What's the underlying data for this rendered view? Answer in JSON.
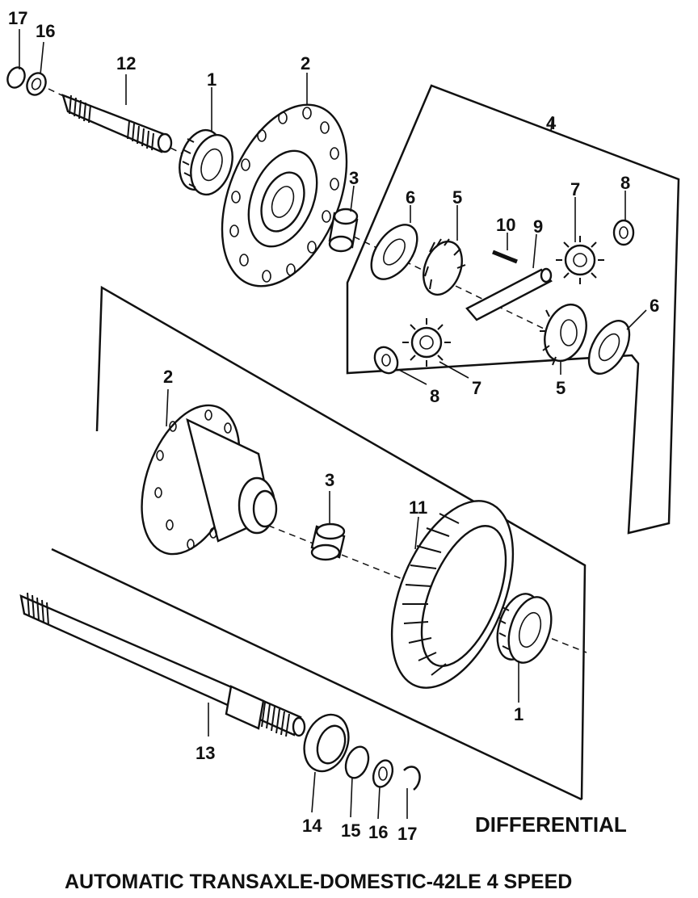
{
  "diagram": {
    "section_label": "DIFFERENTIAL",
    "caption": "AUTOMATIC TRANSAXLE-DOMESTIC-42LE 4 SPEED",
    "callouts": [
      {
        "id": "c17a",
        "text": "17"
      },
      {
        "id": "c16a",
        "text": "16"
      },
      {
        "id": "c12",
        "text": "12"
      },
      {
        "id": "c1a",
        "text": "1"
      },
      {
        "id": "c2a",
        "text": "2"
      },
      {
        "id": "c3a",
        "text": "3"
      },
      {
        "id": "c4",
        "text": "4"
      },
      {
        "id": "c6a",
        "text": "6"
      },
      {
        "id": "c5a",
        "text": "5"
      },
      {
        "id": "c10",
        "text": "10"
      },
      {
        "id": "c9",
        "text": "9"
      },
      {
        "id": "c7a",
        "text": "7"
      },
      {
        "id": "c8a",
        "text": "8"
      },
      {
        "id": "c6b",
        "text": "6"
      },
      {
        "id": "c8b",
        "text": "8"
      },
      {
        "id": "c7b",
        "text": "7"
      },
      {
        "id": "c5b",
        "text": "5"
      },
      {
        "id": "c2b",
        "text": "2"
      },
      {
        "id": "c3b",
        "text": "3"
      },
      {
        "id": "c11",
        "text": "11"
      },
      {
        "id": "c1b",
        "text": "1"
      },
      {
        "id": "c13",
        "text": "13"
      },
      {
        "id": "c14",
        "text": "14"
      },
      {
        "id": "c15",
        "text": "15"
      },
      {
        "id": "c16b",
        "text": "16"
      },
      {
        "id": "c17b",
        "text": "17"
      }
    ]
  }
}
